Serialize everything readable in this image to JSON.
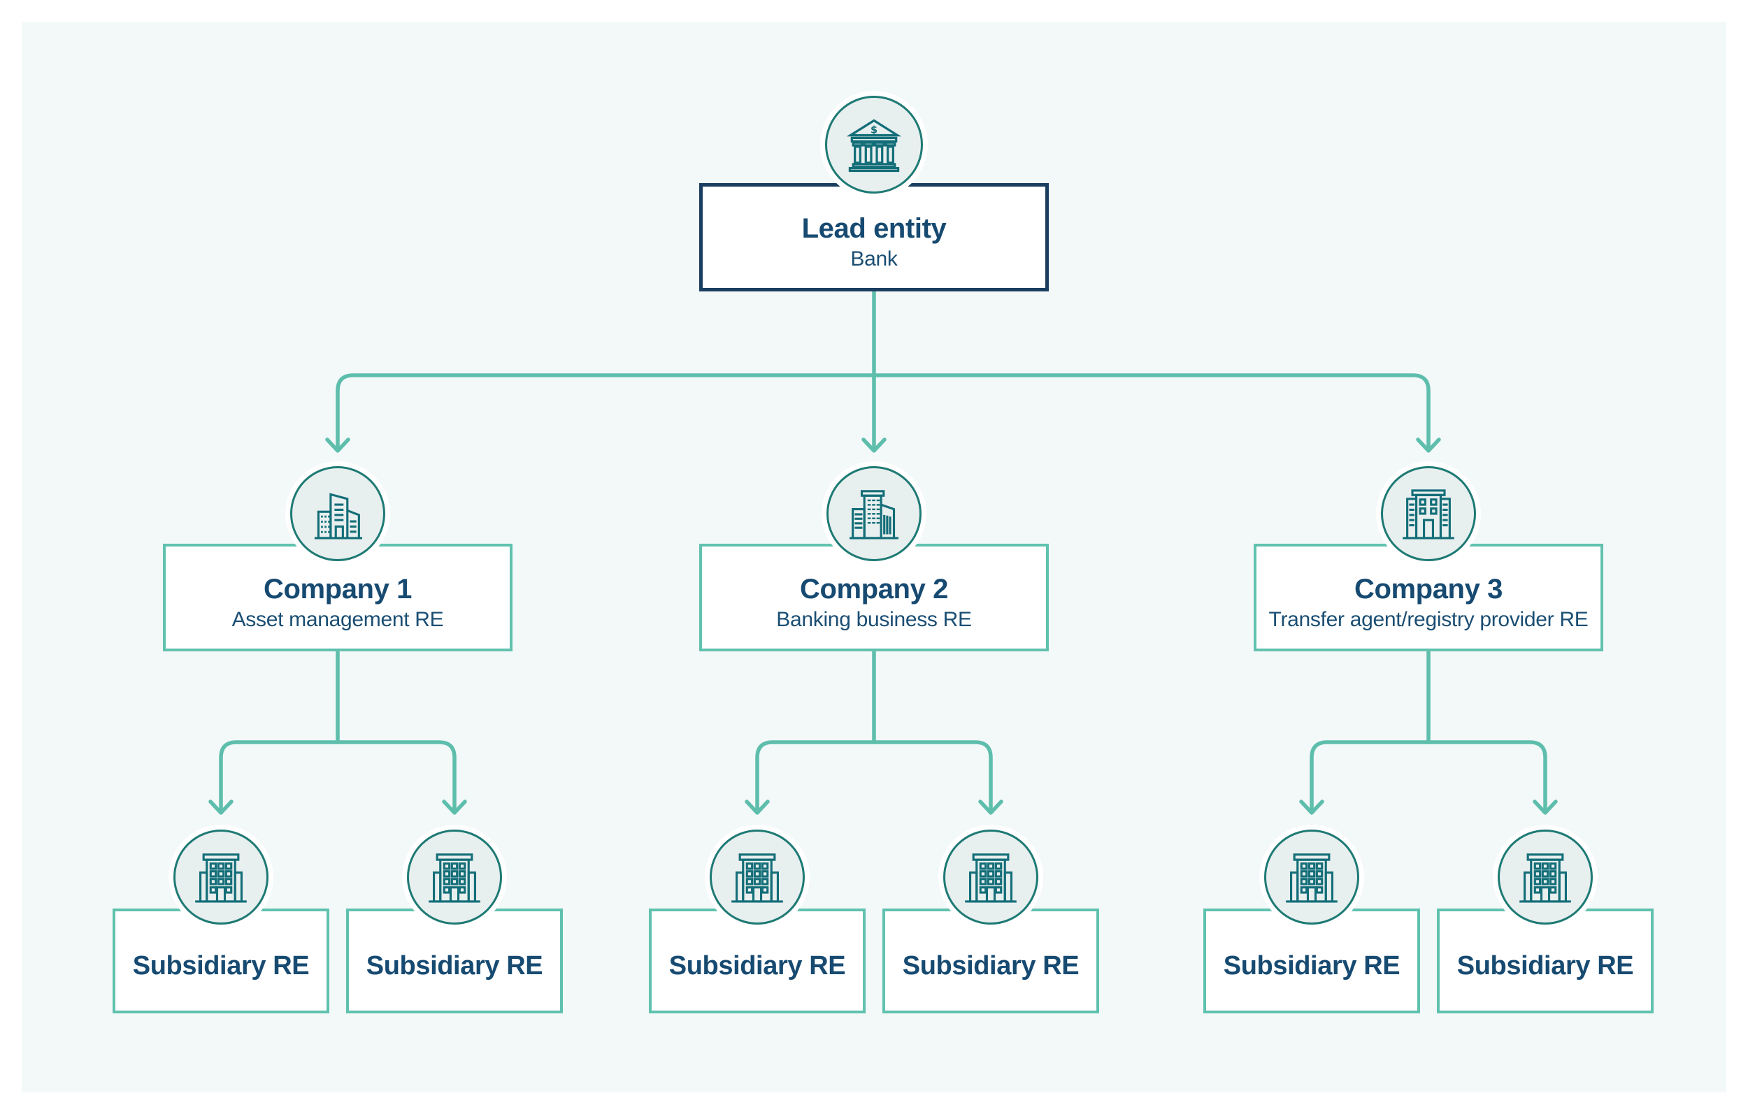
{
  "colors": {
    "panel_background": "#f3f8f9",
    "connector_teal": "#5ebeac",
    "box_border_teal": "#60c2ae",
    "box_border_navy": "#1a3e60",
    "circle_border": "#1e7a74",
    "circle_fill": "#e8efef",
    "icon_stroke": "#136e78",
    "title_text": "#174a71",
    "subtitle_text": "#1b4e73"
  },
  "diagram": {
    "lead": {
      "title": "Lead entity",
      "subtitle": "Bank",
      "icon": "bank-icon"
    },
    "companies": [
      {
        "title": "Company 1",
        "subtitle": "Asset management RE",
        "icon": "office-buildings-icon",
        "subsidiaries": [
          {
            "title": "Subsidiary RE",
            "icon": "apartment-building-icon"
          },
          {
            "title": "Subsidiary RE",
            "icon": "apartment-building-icon"
          }
        ]
      },
      {
        "title": "Company 2",
        "subtitle": "Banking business RE",
        "icon": "office-tower-icon",
        "subsidiaries": [
          {
            "title": "Subsidiary RE",
            "icon": "apartment-building-icon"
          },
          {
            "title": "Subsidiary RE",
            "icon": "apartment-building-icon"
          }
        ]
      },
      {
        "title": "Company 3",
        "subtitle": "Transfer agent/registry provider RE",
        "icon": "institution-building-icon",
        "subsidiaries": [
          {
            "title": "Subsidiary RE",
            "icon": "apartment-building-icon"
          },
          {
            "title": "Subsidiary RE",
            "icon": "apartment-building-icon"
          }
        ]
      }
    ]
  }
}
